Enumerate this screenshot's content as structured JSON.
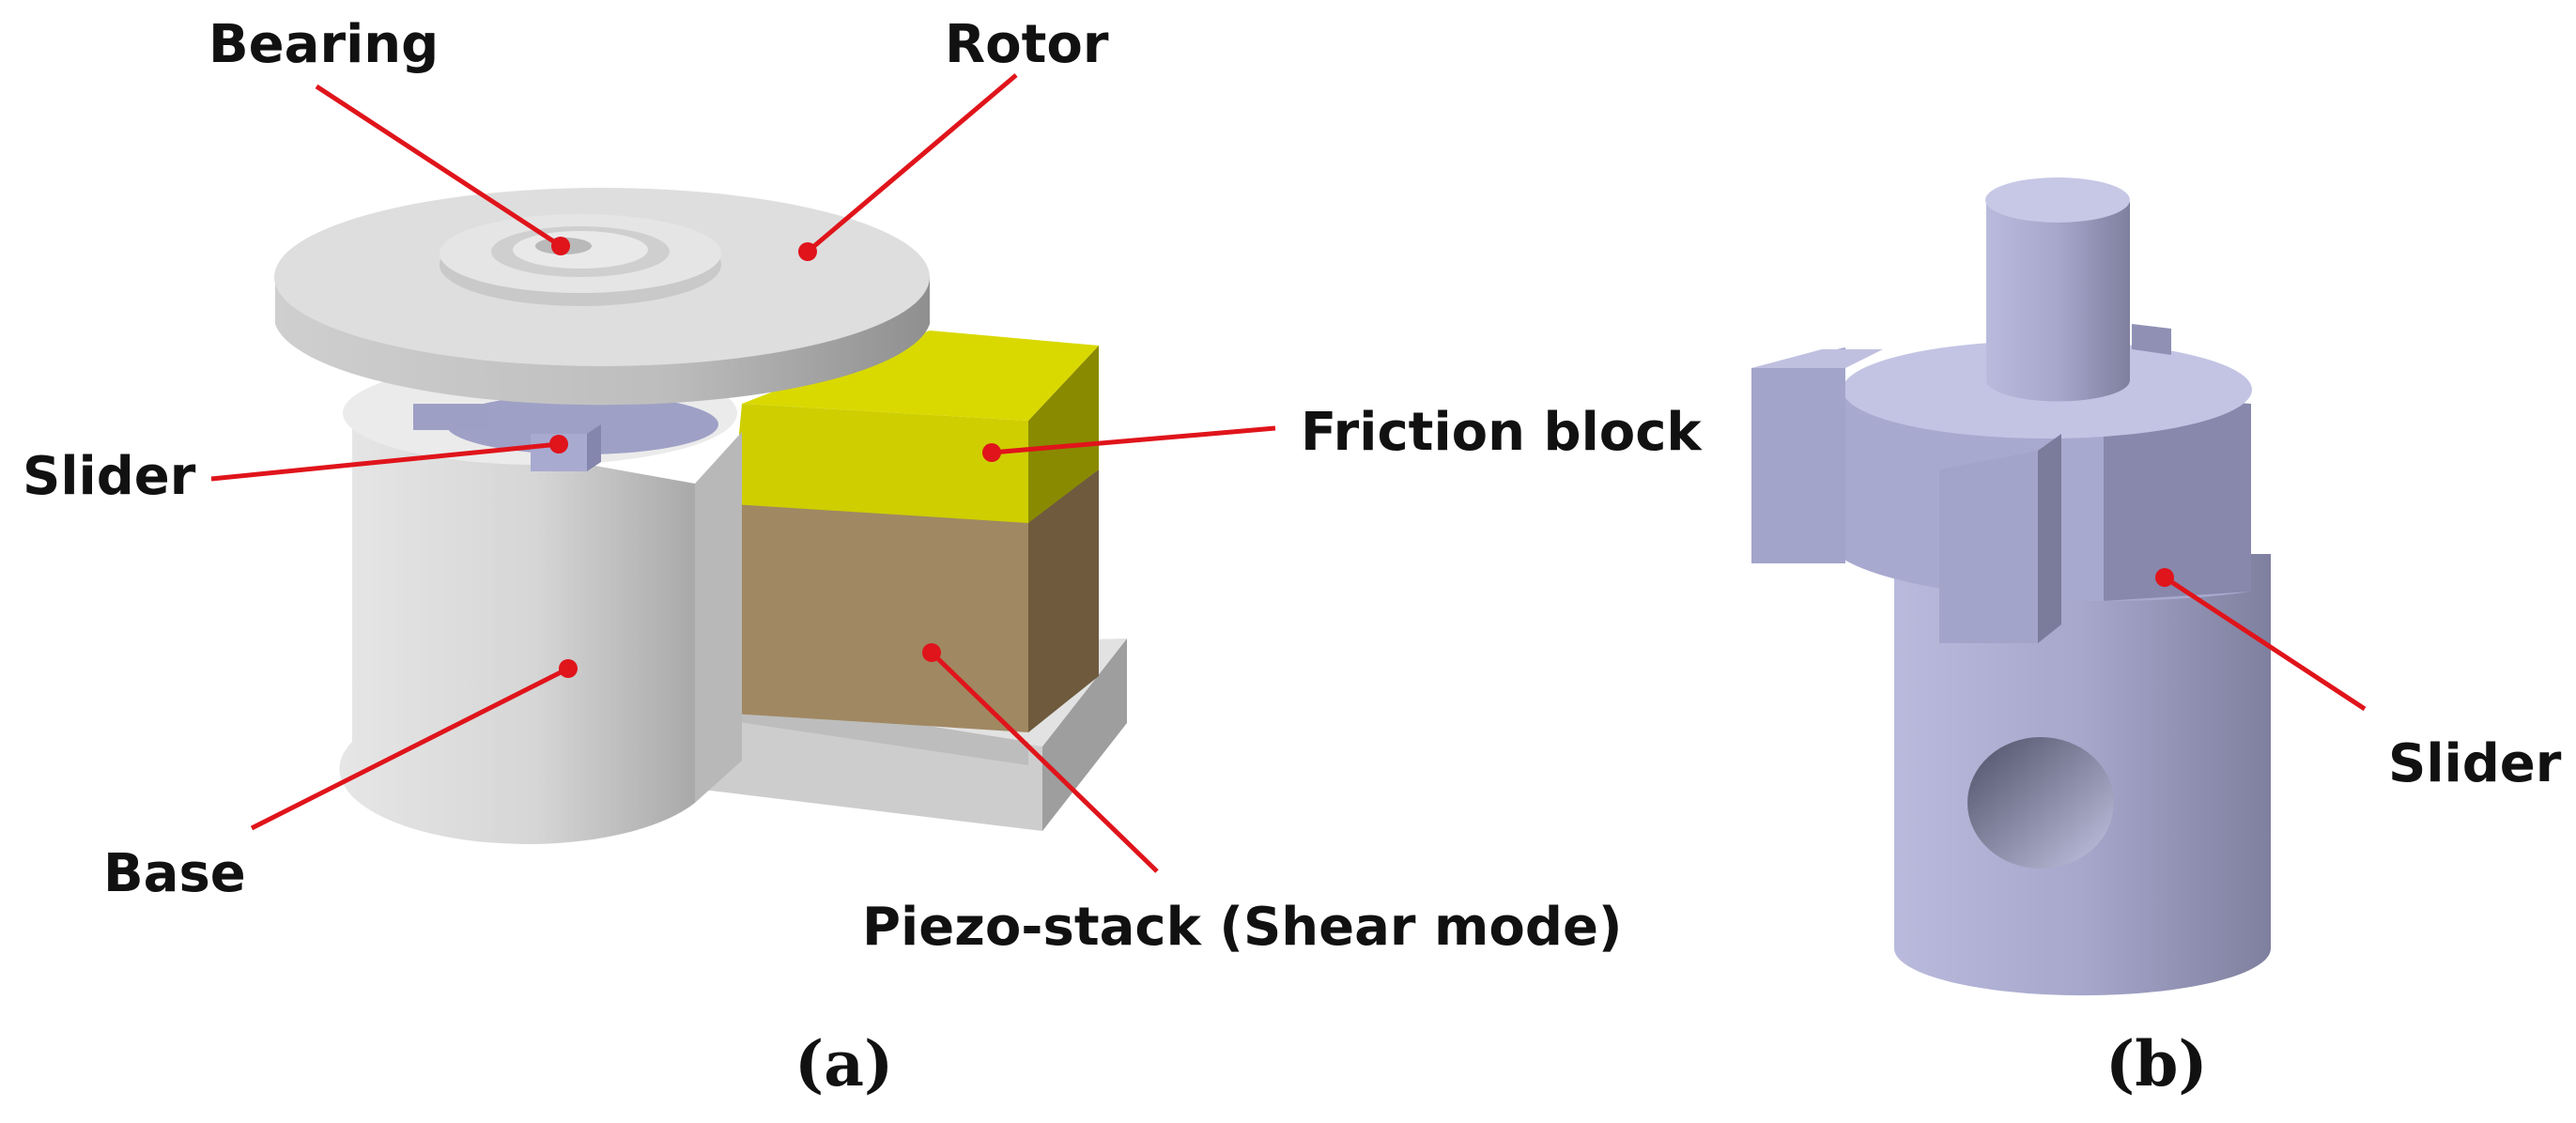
{
  "panel_a": {
    "caption": "(a)",
    "labels": {
      "bearing": "Bearing",
      "rotor": "Rotor",
      "slider": "Slider",
      "friction_block": "Friction block",
      "base": "Base",
      "piezo_stack": "Piezo-stack (Shear mode)"
    }
  },
  "panel_b": {
    "caption": "(b)",
    "labels": {
      "slider": "Slider"
    }
  },
  "colors": {
    "leader_line": "#e0141b",
    "rotor_base_gray": "#d4d4d4",
    "slider_lavender": "#a9aad0",
    "friction_block_yellow": "#cfcf00",
    "piezo_brown": "#a08660"
  }
}
